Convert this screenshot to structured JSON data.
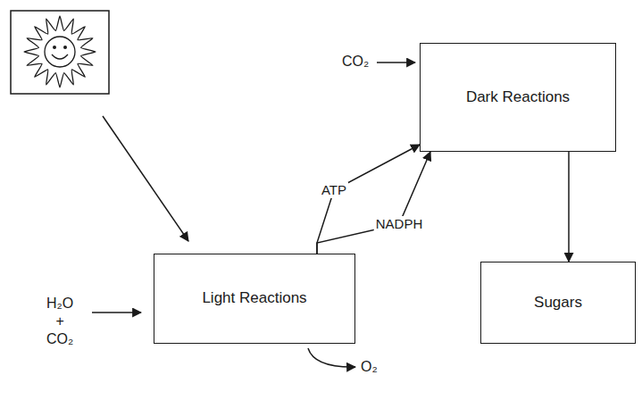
{
  "diagram": {
    "nodes": [
      {
        "text": [
          "Light Reactions"
        ]
      },
      {
        "text": [
          "Dark Reactions"
        ]
      },
      {
        "text": [
          "Sugars"
        ]
      }
    ],
    "edges": [
      {
        "from": 0,
        "to": 1,
        "label": "ATP",
        "arrow": "to"
      },
      {
        "from": 0,
        "to": 1,
        "label": "NADPH",
        "arrow": "to"
      },
      {
        "from": 1,
        "to": 2,
        "arrow": "to"
      }
    ],
    "labels": [
      "H₂O + CO₂",
      "CO₂",
      "O₂"
    ]
  }
}
